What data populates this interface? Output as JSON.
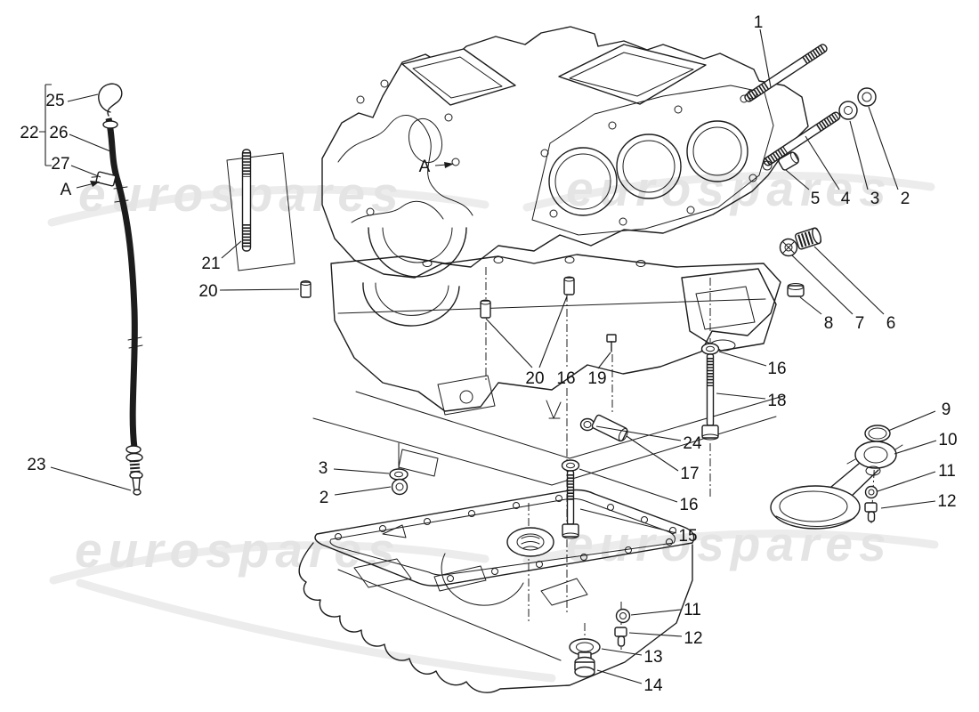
{
  "watermark": {
    "text": "eurospares",
    "color": "#e4e4e4"
  },
  "callouts": {
    "c1": "1",
    "c2_top": "2",
    "c3_top": "3",
    "c4": "4",
    "c5": "5",
    "c6": "6",
    "c7": "7",
    "c8": "8",
    "c9": "9",
    "c10": "10",
    "c11_right": "11",
    "c12_right": "12",
    "c11_bottom": "11",
    "c12_bottom": "12",
    "c13": "13",
    "c14": "14",
    "c15": "15",
    "c16_right": "16",
    "c16_mid": "16",
    "c16_center": "16",
    "c17": "17",
    "c18": "18",
    "c19": "19",
    "c20_center": "20",
    "c20_left": "20",
    "c21": "21",
    "c22": "22",
    "c23": "23",
    "c24": "24",
    "c25": "25",
    "c26": "26",
    "c27": "27",
    "c2_mid": "2",
    "c3_mid": "3",
    "a_dipstick": "A",
    "a_block": "A"
  }
}
